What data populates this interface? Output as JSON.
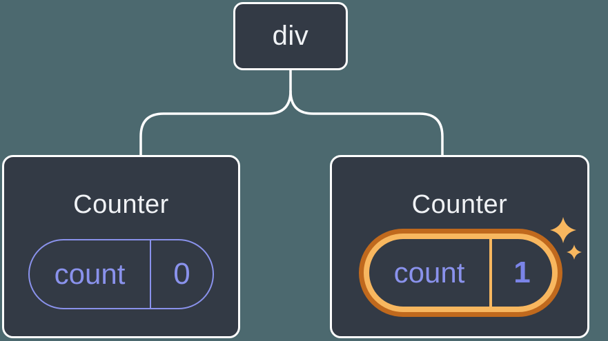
{
  "tree": {
    "root": {
      "label": "div"
    },
    "counters": [
      {
        "title": "Counter",
        "state_key": "count",
        "state_value": "0",
        "highlighted": false
      },
      {
        "title": "Counter",
        "state_key": "count",
        "state_value": "1",
        "highlighted": true
      }
    ]
  },
  "icons": {
    "sparkles": "sparkles-icon"
  },
  "colors": {
    "background": "#4C696F",
    "node_fill": "#333A45",
    "node_border": "#FFFFFF",
    "connector": "#FFFFFF",
    "purple": "#8A92EC",
    "purple_bold": "#7B84E8",
    "orange_light": "#F8B75F",
    "orange_dark": "#C0691D",
    "title_text": "#F0F2F5",
    "sparkle": "#F8B75F"
  }
}
